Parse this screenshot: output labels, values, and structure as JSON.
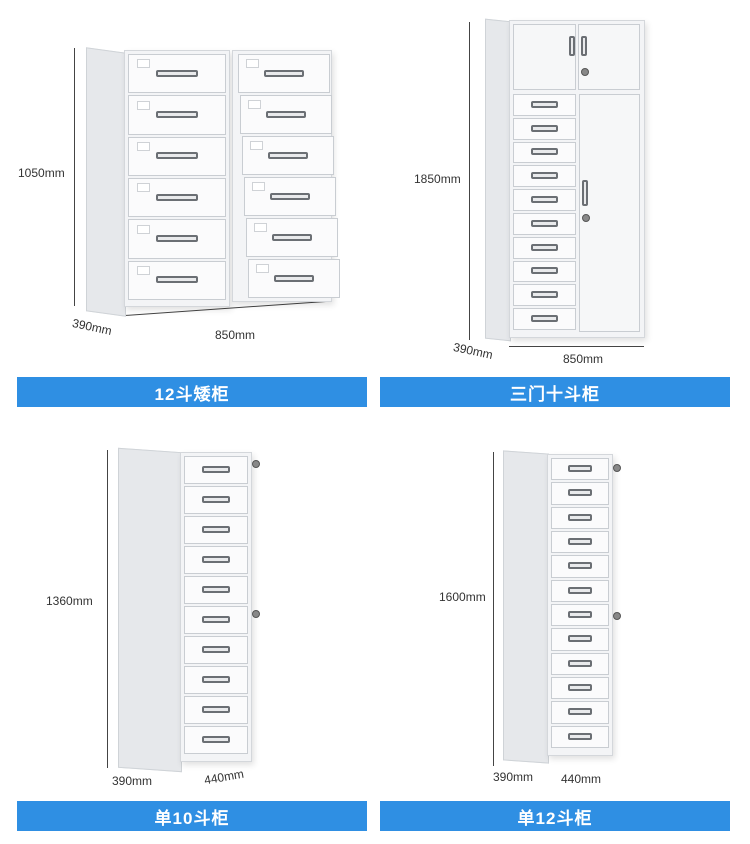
{
  "panels": [
    {
      "title": "12斗矮柜",
      "height": "1050mm",
      "depth": "390mm",
      "width": "850mm"
    },
    {
      "title": "三门十斗柜",
      "height": "1850mm",
      "depth": "390mm",
      "width": "850mm"
    },
    {
      "title": "单10斗柜",
      "height": "1360mm",
      "depth": "390mm",
      "width": "440mm"
    },
    {
      "title": "单12斗柜",
      "height": "1600mm",
      "depth": "390mm",
      "width": "440mm"
    }
  ]
}
